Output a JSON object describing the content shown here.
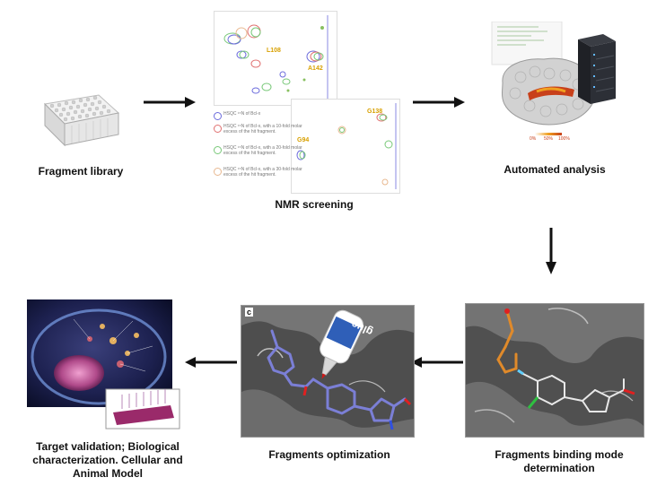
{
  "stages": {
    "library": {
      "label": "Fragment library"
    },
    "nmr": {
      "label": "NMR screening",
      "peaks": [
        "L108",
        "A142",
        "G138",
        "G94"
      ],
      "legend": [
        {
          "text": "HSQC ¹⁵N of Bcl-x",
          "color": "#6b6bdc"
        },
        {
          "text": "HSQC ¹⁵N of Bcl-x, with a 10-fold molar excess of the hit fragment.",
          "color": "#e07070"
        },
        {
          "text": "HSQC ¹⁵N of Bcl-x, with a 20-fold molar excess of the hit fragment.",
          "color": "#78c878"
        },
        {
          "text": "HSQC ¹⁵N of Bcl-x, with a 30-fold molar excess of the hit fragment.",
          "color": "#e8b890"
        }
      ]
    },
    "analysis": {
      "label": "Automated analysis",
      "scale": [
        "0%",
        "50%",
        "100%"
      ]
    },
    "binding": {
      "label_line1": "Fragments binding mode",
      "label_line2": "determination"
    },
    "optimization": {
      "label": "Fragments optimization",
      "panel_letter": "c",
      "glue_text": "glue"
    },
    "validation": {
      "label_line1": "Target validation; Biological",
      "label_line2": "characterization. Cellular and",
      "label_line3": "Animal Model"
    }
  },
  "colors": {
    "surface_gray": "#6e6e6e",
    "ligand_blue": "#7b7fd6",
    "ligand_orange": "#e08a2a",
    "hotspot_red": "#c8401a",
    "peak_label_yellow": "#d8a000"
  }
}
